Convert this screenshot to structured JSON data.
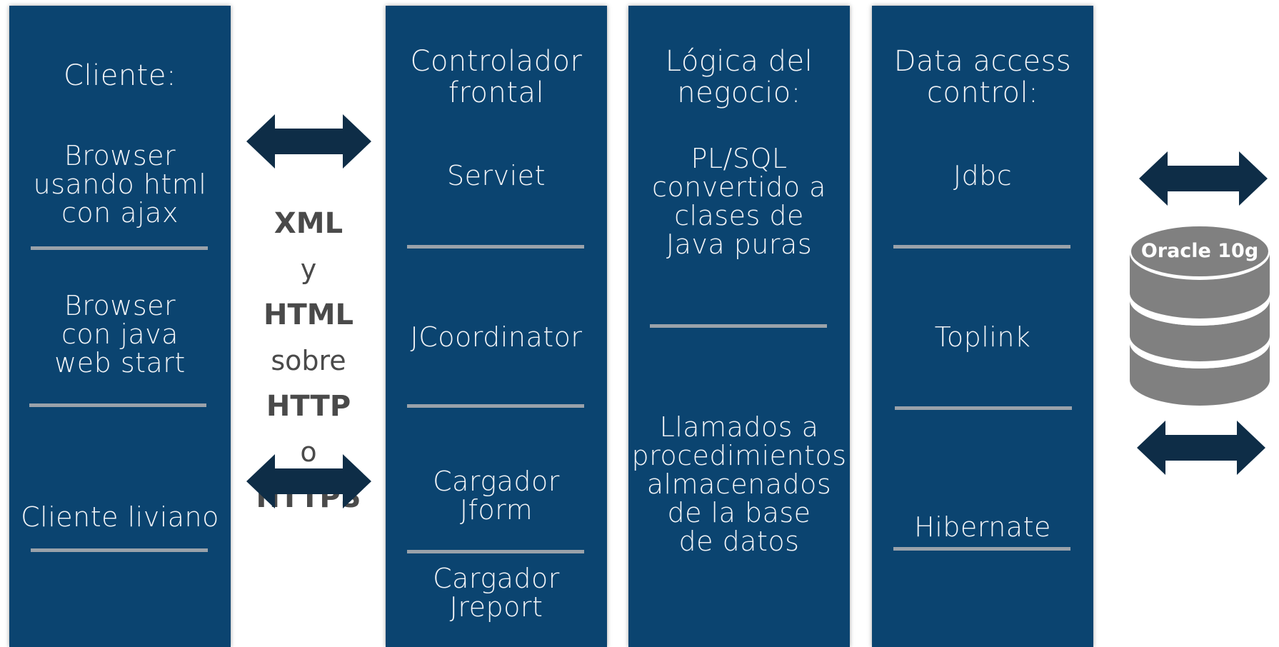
{
  "columns": {
    "cliente": {
      "title": "Cliente:",
      "items": [
        "Browser\nusando html\ncon ajax",
        "Browser\ncon java\nweb start",
        "Cliente liviano"
      ]
    },
    "controlador": {
      "title": "Controlador\nfrontal",
      "items": [
        "Serviet",
        "JCoordinator",
        "Cargador\nJform",
        "Cargador\nJreport"
      ]
    },
    "logica": {
      "title": "Lógica del\nnegocio:",
      "items": [
        "PL/SQL\nconvertido a\nclases de\nJava puras",
        "Llamados a\nprocedimientos\nalmacenados\nde la base\nde datos"
      ]
    },
    "data": {
      "title": "Data access\ncontrol:",
      "items": [
        "Jdbc",
        "Toplink",
        "Hibernate"
      ]
    }
  },
  "protocol": [
    "XML",
    "y",
    "HTML",
    "sobre",
    "HTTP",
    "o",
    "HTTPS"
  ],
  "database": {
    "label": "Oracle 10g"
  },
  "colors": {
    "column_bg": "#0b4470",
    "arrow": "#0e2d47",
    "separator": "#9aa2aa",
    "protocol_text": "#4a4a4a",
    "db_body": "#808080"
  }
}
